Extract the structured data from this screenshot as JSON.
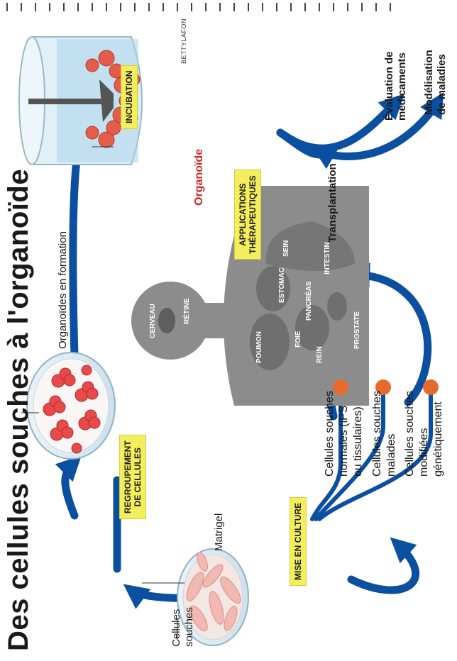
{
  "title": "Des cellules souches à l'organoïde",
  "steps": {
    "culture": "Mise en culture",
    "regroup": [
      "Regroupement",
      "de cellules"
    ],
    "incubation": "Incubation",
    "applications": [
      "Applications",
      "thérapeutiques"
    ]
  },
  "labels": {
    "stem_cells": [
      "Cellules",
      "souches"
    ],
    "matrigel": "Matrigel",
    "organoids_forming": "Organoïdes en formation",
    "organoid": "Organoïde",
    "credit": "BETTYLAFON",
    "transplantation": "Transplantation",
    "drug_eval": [
      "Évaluation de",
      "médicaments"
    ],
    "disease_model": [
      "Modélisation",
      "de maladies"
    ]
  },
  "cell_types": [
    [
      "Cellules souches",
      "normales (iPS",
      "ou tissulaires)"
    ],
    [
      "Cellules souches",
      "malades"
    ],
    [
      "Cellules souches",
      "modifiées",
      "génétiquement"
    ]
  ],
  "organs": {
    "cerveau": "Cerveau",
    "retine": "Rétine",
    "sein": "Sein",
    "estomac": "Estomac",
    "pancreas": "Pancréas",
    "poumon": "Poumon",
    "foie": "Foie",
    "rein": "Rein",
    "intestin": "Intestin",
    "prostate": "Prostate"
  },
  "colors": {
    "arrow": "#0b4fa1",
    "box": "#f4ee5c",
    "silhouette": "#8c8c8c",
    "dot": "#e76a2d",
    "cell": "#e84a4a",
    "accent": "#d0281e"
  }
}
